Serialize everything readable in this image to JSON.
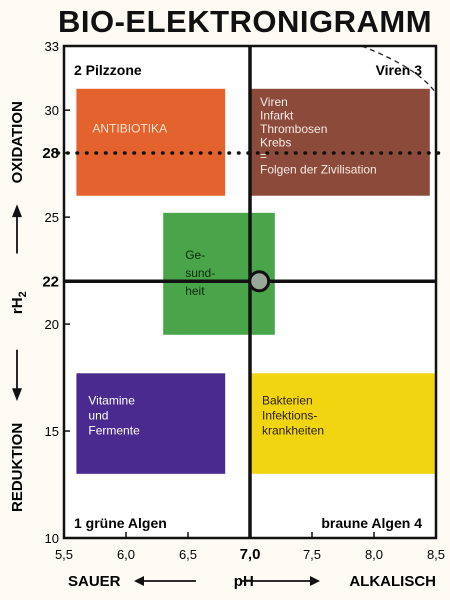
{
  "title": "BIO-ELEKTRONIGRAMM",
  "chart_data": {
    "type": "scatter",
    "title": "BIO-ELEKTRONIGRAMM",
    "x_axis": {
      "label": "pH",
      "left_label": "SAUER",
      "right_label": "ALKALISCH",
      "range": [
        5.5,
        8.5
      ],
      "ticks": [
        "5,5",
        "6,0",
        "6,5",
        "7,0",
        "7,5",
        "8,0",
        "8,5"
      ],
      "tick_values": [
        5.5,
        6.0,
        6.5,
        7.0,
        7.5,
        8.0,
        8.5
      ],
      "bold_tick": "7,0"
    },
    "y_axis": {
      "label_main": "rH",
      "label_sub": "2",
      "top_label": "OXIDATION",
      "bottom_label": "REDUKTION",
      "range": [
        10,
        33
      ],
      "ticks": [
        "10",
        "15",
        "20",
        "22",
        "25",
        "28",
        "30",
        "33"
      ],
      "tick_values": [
        10,
        15,
        20,
        22,
        25,
        28,
        30,
        33
      ],
      "bold_ticks": [
        "22",
        "28"
      ]
    },
    "reference_lines": [
      {
        "axis": "x",
        "value": 7.0,
        "style": "solid"
      },
      {
        "axis": "y",
        "value": 22,
        "style": "solid"
      },
      {
        "axis": "y",
        "value": 28,
        "style": "dotted"
      }
    ],
    "zones": [
      {
        "label": "2 Pilzzone",
        "position": "top-left"
      },
      {
        "label": "Viren 3",
        "position": "top-right"
      },
      {
        "label": "1 grüne Algen",
        "position": "bottom-left"
      },
      {
        "label": "braune Algen 4",
        "position": "bottom-right"
      }
    ],
    "regions": [
      {
        "name": "antibiotika",
        "lines": [
          "ANTIBIOTIKA"
        ],
        "color": "#e4622e",
        "text_color": "#fbe3d2",
        "ph": [
          5.6,
          6.8
        ],
        "rh": [
          26.0,
          31.0
        ]
      },
      {
        "name": "viren",
        "lines": [
          "Viren",
          "Infarkt",
          "Thrombosen",
          "Krebs",
          "=",
          "Folgen der Zivilisation"
        ],
        "color": "#8b4a3a",
        "text_color": "#f6ebe4",
        "ph": [
          7.0,
          8.45
        ],
        "rh": [
          26.0,
          31.0
        ]
      },
      {
        "name": "gesundheit",
        "lines": [
          "Ge-",
          "sund-",
          "heit"
        ],
        "color": "#4aa54a",
        "text_color": "#0c2a0c",
        "ph": [
          6.3,
          7.2
        ],
        "rh": [
          19.5,
          25.2
        ]
      },
      {
        "name": "vitamine",
        "lines": [
          "Vitamine",
          "und",
          "Fermente"
        ],
        "color": "#4a2a8e",
        "text_color": "#ffffff",
        "ph": [
          5.6,
          6.8
        ],
        "rh": [
          13.0,
          17.7
        ]
      },
      {
        "name": "bakterien",
        "lines": [
          "Bakterien",
          "Infektions-",
          "krankheiten"
        ],
        "color": "#f2d511",
        "text_color": "#2a2200",
        "ph": [
          7.0,
          8.5
        ],
        "rh": [
          13.0,
          17.7
        ]
      }
    ],
    "points": [
      {
        "ph": 7.05,
        "rh": 22.0,
        "color": "#9aa89a"
      }
    ],
    "curve": {
      "style": "dashed",
      "location": "top-right corner"
    }
  }
}
